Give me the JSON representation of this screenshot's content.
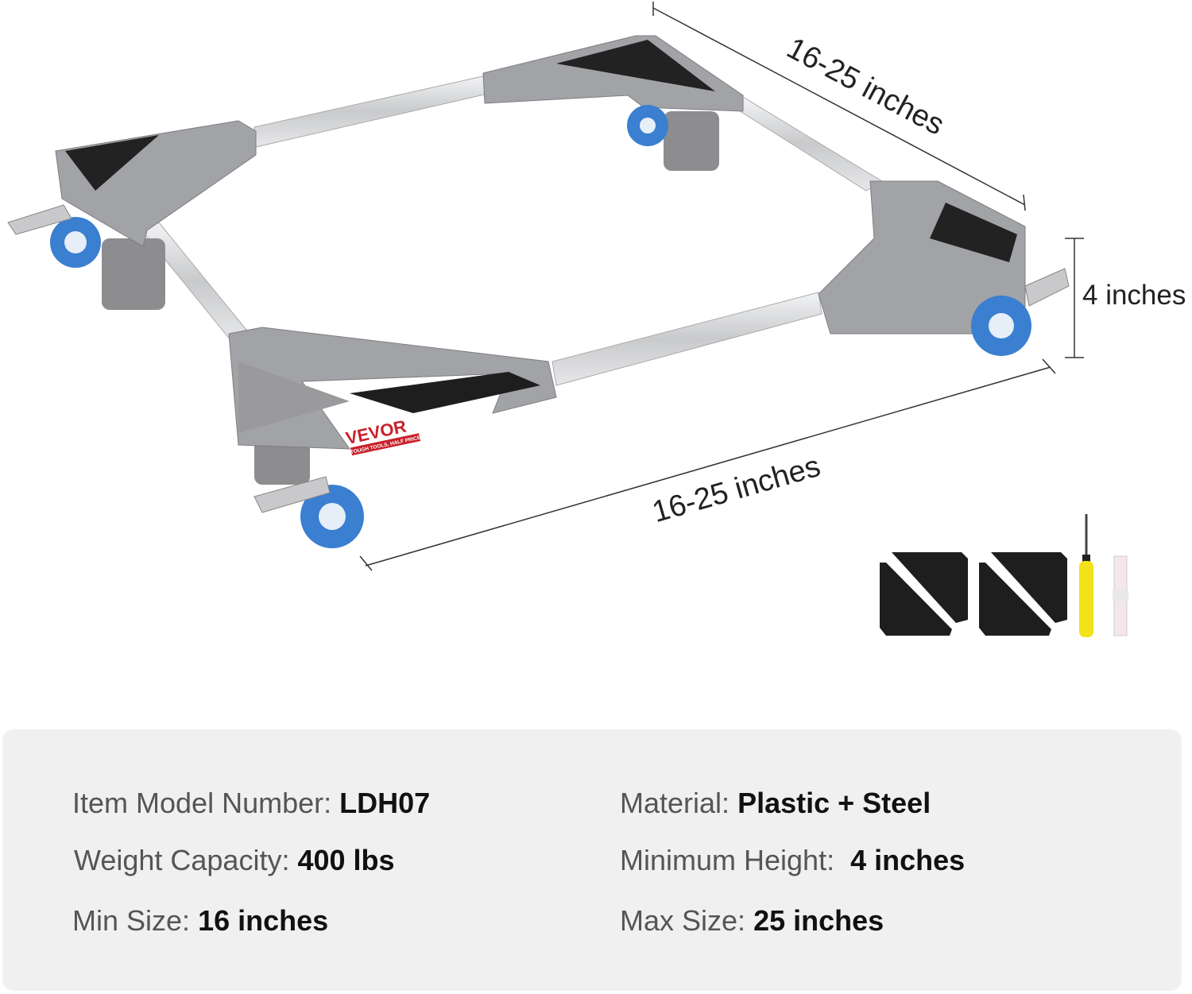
{
  "dimensions": {
    "depth": "16-25 inches",
    "width": "16-25 inches",
    "height": "4 inches"
  },
  "brand": {
    "logo": "VEVOR",
    "tagline": "TOUGH TOOLS, HALF PRICE"
  },
  "accessories": [
    "anti-slip-pad",
    "anti-slip-pad",
    "screwdriver",
    "measuring-tape"
  ],
  "specs": [
    {
      "label": "Item Model Number:",
      "value": "LDH07"
    },
    {
      "label": "Material:",
      "value": "Plastic + Steel"
    },
    {
      "label": "Weight Capacity:",
      "value": "400 lbs"
    },
    {
      "label": "Minimum Height:",
      "value": "4 inches"
    },
    {
      "label": "Min Size:",
      "value": "16 inches"
    },
    {
      "label": "Max Size:",
      "value": "25 inches"
    }
  ],
  "colors": {
    "frame": "#9a9a9c",
    "tube": "#d8d9db",
    "wheel": "#3a7fd0",
    "pad": "#1e1e1e",
    "logo": "#c8202a"
  }
}
